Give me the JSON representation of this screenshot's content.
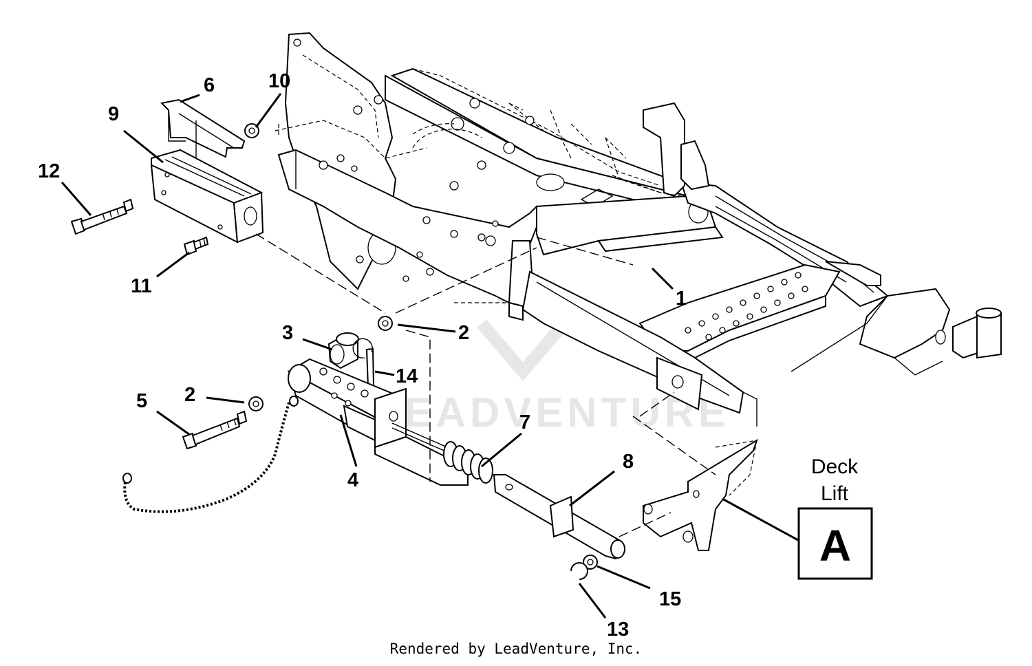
{
  "callouts": [
    {
      "id": "1",
      "text": "1"
    },
    {
      "id": "2a",
      "text": "2"
    },
    {
      "id": "2b",
      "text": "2"
    },
    {
      "id": "3",
      "text": "3"
    },
    {
      "id": "4",
      "text": "4"
    },
    {
      "id": "5",
      "text": "5"
    },
    {
      "id": "6",
      "text": "6"
    },
    {
      "id": "7",
      "text": "7"
    },
    {
      "id": "8",
      "text": "8"
    },
    {
      "id": "9",
      "text": "9"
    },
    {
      "id": "10",
      "text": "10"
    },
    {
      "id": "11",
      "text": "11"
    },
    {
      "id": "12",
      "text": "12"
    },
    {
      "id": "13",
      "text": "13"
    },
    {
      "id": "14",
      "text": "14"
    },
    {
      "id": "15",
      "text": "15"
    }
  ],
  "reference": {
    "label_line1": "Deck",
    "label_line2": "Lift",
    "letter": "A"
  },
  "watermark": "LEADVENTURE",
  "footer": "Rendered by LeadVenture, Inc."
}
